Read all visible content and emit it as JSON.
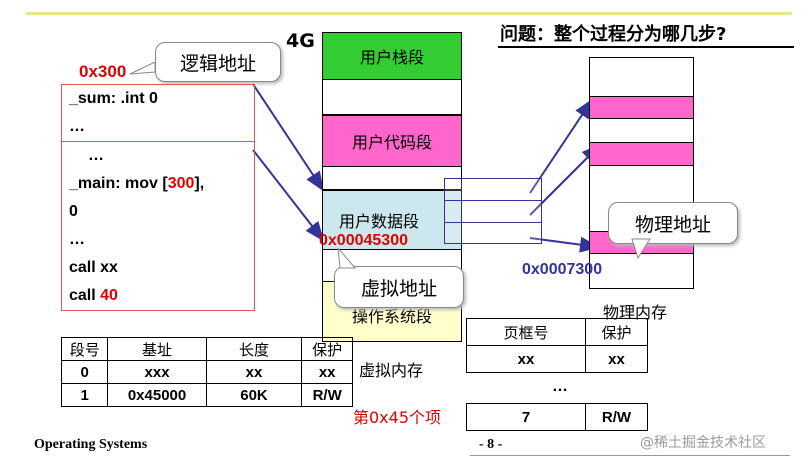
{
  "slide_title": "问题：整个过程分为哪几步?",
  "label_4g": "4G",
  "addr_300": "0x300",
  "callouts": {
    "logical": "逻辑地址",
    "virtual": "虚拟地址",
    "physical": "物理地址"
  },
  "code": {
    "line1": "_sum:  .int  0",
    "line2": "…",
    "line3": "…",
    "line4_prefix": "_main: mov [",
    "line4_num": "300",
    "line4_suffix": "],",
    "line5": "0",
    "line6": "…",
    "line7": "call xx",
    "line8_prefix": "call ",
    "line8_num": "40"
  },
  "virtual_memory": {
    "segments": {
      "stack": "用户栈段",
      "code": "用户代码段",
      "data": "用户数据段",
      "os": "操作系统段"
    },
    "addr": "0x00045300",
    "caption": "虚拟内存",
    "entry_note": "第0x45个项"
  },
  "physical_memory": {
    "addr": "0x0007300",
    "caption": "物理内存"
  },
  "segment_table": {
    "headers": [
      "段号",
      "基址",
      "长度",
      "保护"
    ],
    "rows": [
      [
        "0",
        "xxx",
        "xx",
        "xx"
      ],
      [
        "1",
        "0x45000",
        "60K",
        "R/W"
      ]
    ]
  },
  "page_table": {
    "headers": [
      "页框号",
      "保护"
    ],
    "row1": [
      "xx",
      "xx"
    ],
    "ellipsis": "…",
    "row2": [
      "7",
      "R/W"
    ]
  },
  "footer": {
    "left": "Operating Systems",
    "page": "- 8 -",
    "watermark": "@稀土掘金技术社区"
  },
  "colors": {
    "green": "#33cc33",
    "magenta": "#ff66cc",
    "cyan": "#cce8ee",
    "yellow": "#ffffcc",
    "arrow": "#333399",
    "red": "#e00000"
  }
}
